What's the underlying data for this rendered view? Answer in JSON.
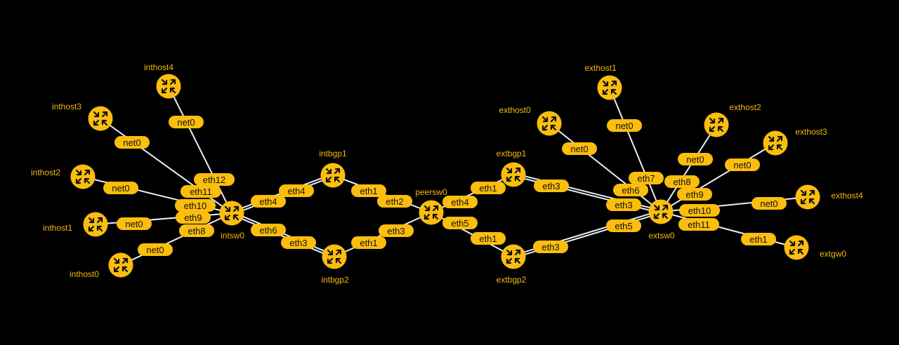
{
  "colors": {
    "background": "#000000",
    "node": "#fbbd0e",
    "link": "#e8eef8",
    "label": "#f2b90f"
  },
  "node_icon": "router-icon",
  "nodes": [
    {
      "name": "inthost4"
    },
    {
      "name": "inthost3"
    },
    {
      "name": "inthost2"
    },
    {
      "name": "inthost1"
    },
    {
      "name": "inthost0"
    },
    {
      "name": "intsw0"
    },
    {
      "name": "intbgp1"
    },
    {
      "name": "intbgp2"
    },
    {
      "name": "peersw0"
    },
    {
      "name": "extbgp1"
    },
    {
      "name": "extbgp2"
    },
    {
      "name": "extsw0"
    },
    {
      "name": "exthost0"
    },
    {
      "name": "exthost1"
    },
    {
      "name": "exthost2"
    },
    {
      "name": "exthost3"
    },
    {
      "name": "exthost4"
    },
    {
      "name": "extgw0"
    }
  ],
  "links": [
    {
      "source": "inthost4",
      "source_iface": "net0",
      "target": "intsw0",
      "target_iface": "eth12",
      "lines": 1
    },
    {
      "source": "inthost3",
      "source_iface": "net0",
      "target": "intsw0",
      "target_iface": "eth11",
      "lines": 1
    },
    {
      "source": "inthost2",
      "source_iface": "net0",
      "target": "intsw0",
      "target_iface": "eth10",
      "lines": 1
    },
    {
      "source": "inthost1",
      "source_iface": "net0",
      "target": "intsw0",
      "target_iface": "eth9",
      "lines": 1
    },
    {
      "source": "inthost0",
      "source_iface": "net0",
      "target": "intsw0",
      "target_iface": "eth8",
      "lines": 1
    },
    {
      "source": "intsw0",
      "source_iface": "eth4",
      "target": "intbgp1",
      "target_iface": "eth4",
      "lines": 2
    },
    {
      "source": "intsw0",
      "source_iface": "eth6",
      "target": "intbgp2",
      "target_iface": "eth3",
      "lines": 2
    },
    {
      "source": "intbgp1",
      "source_iface": "eth1",
      "target": "peersw0",
      "target_iface": "eth2",
      "lines": 1
    },
    {
      "source": "intbgp2",
      "source_iface": "eth1",
      "target": "peersw0",
      "target_iface": "eth3",
      "lines": 1
    },
    {
      "source": "peersw0",
      "source_iface": "eth4",
      "target": "extbgp1",
      "target_iface": "eth1",
      "lines": 1
    },
    {
      "source": "peersw0",
      "source_iface": "eth5",
      "target": "extbgp2",
      "target_iface": "eth1",
      "lines": 1
    },
    {
      "source": "extbgp1",
      "source_iface": "eth3",
      "target": "extsw0",
      "target_iface": "eth3",
      "lines": 2
    },
    {
      "source": "extbgp2",
      "source_iface": "eth3",
      "target": "extsw0",
      "target_iface": "eth5",
      "lines": 2
    },
    {
      "source": "exthost0",
      "source_iface": "net0",
      "target": "extsw0",
      "target_iface": "eth6",
      "lines": 1
    },
    {
      "source": "exthost1",
      "source_iface": "net0",
      "target": "extsw0",
      "target_iface": "eth7",
      "lines": 1
    },
    {
      "source": "exthost2",
      "source_iface": "net0",
      "target": "extsw0",
      "target_iface": "eth8",
      "lines": 1
    },
    {
      "source": "exthost3",
      "source_iface": "net0",
      "target": "extsw0",
      "target_iface": "eth9",
      "lines": 1
    },
    {
      "source": "exthost4",
      "source_iface": "net0",
      "target": "extsw0",
      "target_iface": "eth10",
      "lines": 1
    },
    {
      "source": "extgw0",
      "source_iface": "eth1",
      "target": "extsw0",
      "target_iface": "eth11",
      "lines": 1
    }
  ]
}
